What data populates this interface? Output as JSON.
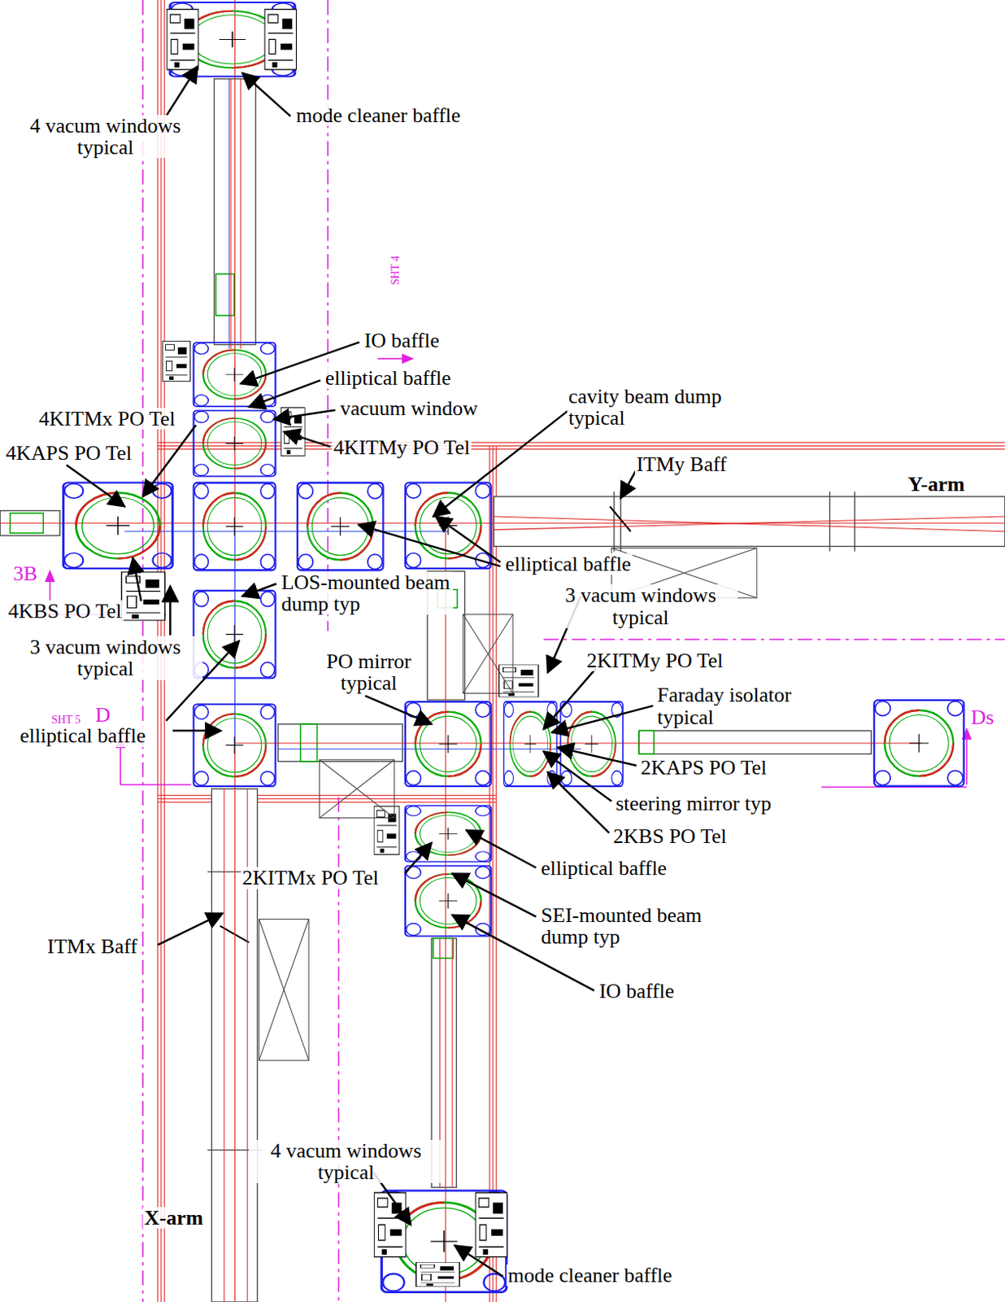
{
  "diagram": {
    "labels": [
      "4 vacum windows typical",
      "mode cleaner baffle",
      "IO baffle",
      "elliptical baffle",
      "vacuum window",
      "cavity beam dump typical",
      "4KITMx PO Tel",
      "4KITMy PO Tel",
      "4KAPS PO Tel",
      "ITMy Baff",
      "Y-arm",
      "elliptical baffle",
      "3B",
      "LOS-mounted beam dump typ",
      "4KBS PO Tel",
      "3 vacum windows typical",
      "3 vacum windows typical",
      "PO mirror typical",
      "2KITMy PO Tel",
      "Faraday isolator typical",
      "elliptical baffle",
      "SHT 5",
      "D",
      "Ds",
      "2KAPS PO Tel",
      "steering mirror typ",
      "2KBS PO Tel",
      "elliptical baffle",
      "2KITMx PO Tel",
      "SEI-mounted beam dump typ",
      "ITMx Baff",
      "IO baffle",
      "4 vacum windows typical",
      "X-arm",
      "mode cleaner baffle",
      "SHT 4"
    ]
  }
}
